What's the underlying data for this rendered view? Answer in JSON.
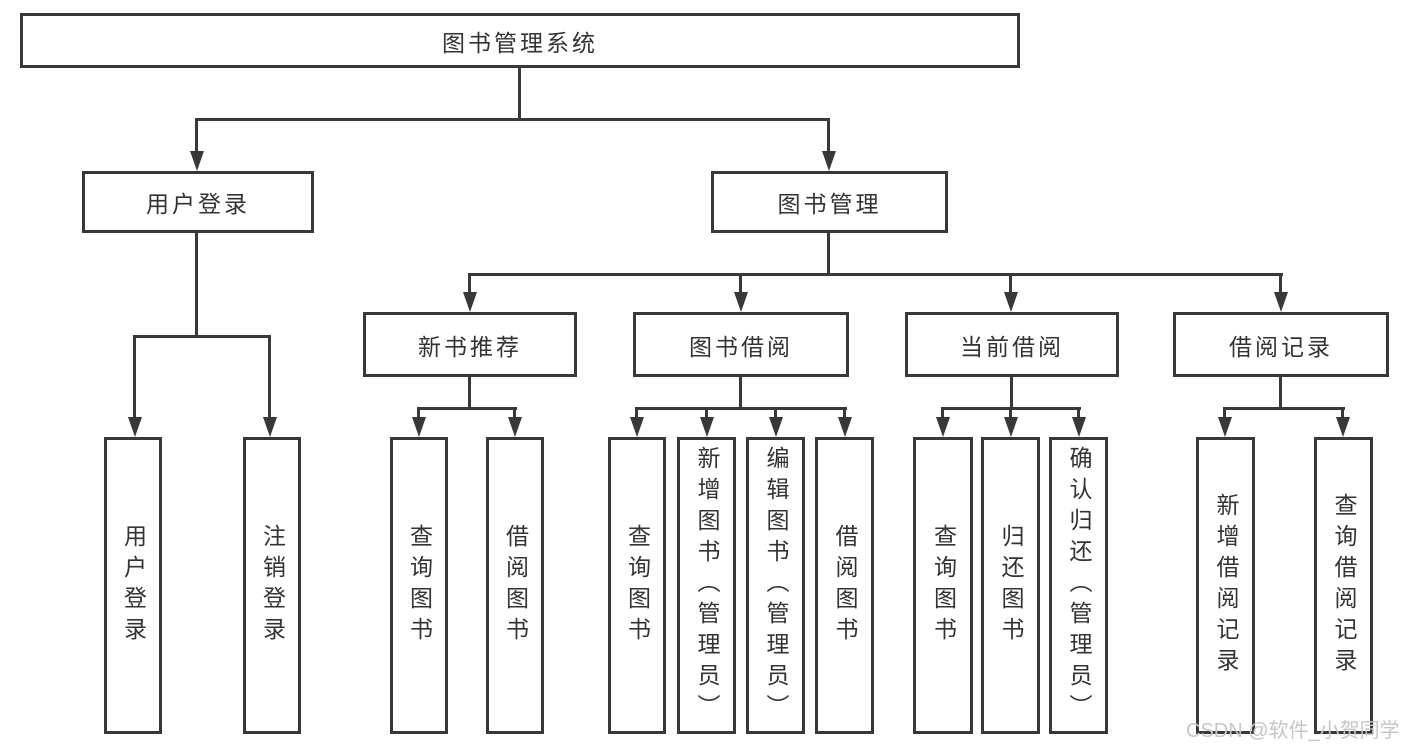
{
  "colors": {
    "line": "#383838",
    "text": "#333333",
    "watermark": "#c6c6c6",
    "background": "#ffffff"
  },
  "diagram_type": "hierarchy-tree",
  "tree": {
    "label": "图书管理系统",
    "children": [
      {
        "label": "用户登录",
        "children": [
          {
            "label": "用户登录"
          },
          {
            "label": "注销登录"
          }
        ]
      },
      {
        "label": "图书管理",
        "children": [
          {
            "label": "新书推荐",
            "children": [
              {
                "label": "查询图书"
              },
              {
                "label": "借阅图书"
              }
            ]
          },
          {
            "label": "图书借阅",
            "children": [
              {
                "label": "查询图书"
              },
              {
                "label": "新增图书（管理员）"
              },
              {
                "label": "编辑图书（管理员）"
              },
              {
                "label": "借阅图书"
              }
            ]
          },
          {
            "label": "当前借阅",
            "children": [
              {
                "label": "查询图书"
              },
              {
                "label": "归还图书"
              },
              {
                "label": "确认归还（管理员）"
              }
            ]
          },
          {
            "label": "借阅记录",
            "children": [
              {
                "label": "新增借阅记录"
              },
              {
                "label": "查询借阅记录"
              }
            ]
          }
        ]
      }
    ]
  },
  "watermark": {
    "text": "CSDN @软件_小贺同学"
  }
}
